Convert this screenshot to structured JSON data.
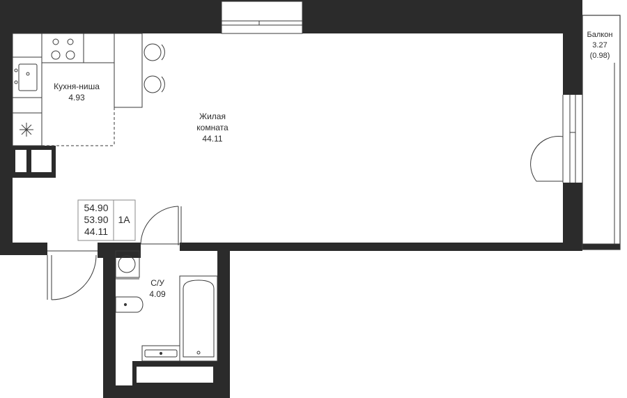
{
  "rooms": {
    "kitchen": {
      "name": "Кухня-ниша",
      "area": "4.93"
    },
    "living": {
      "name_line1": "Жилая",
      "name_line2": "комната",
      "area": "44.11"
    },
    "bathroom": {
      "name": "С/У",
      "area": "4.09"
    },
    "balcony": {
      "name": "Балкон",
      "area": "3.27",
      "area_reduced": "(0.98)"
    }
  },
  "summary": {
    "total_area": "54.90",
    "area_no_balcony": "53.90",
    "living_area": "44.11",
    "type": "1А"
  },
  "colors": {
    "wall": "#2b2b2b",
    "line": "#3a3a3a",
    "background": "#ffffff"
  }
}
